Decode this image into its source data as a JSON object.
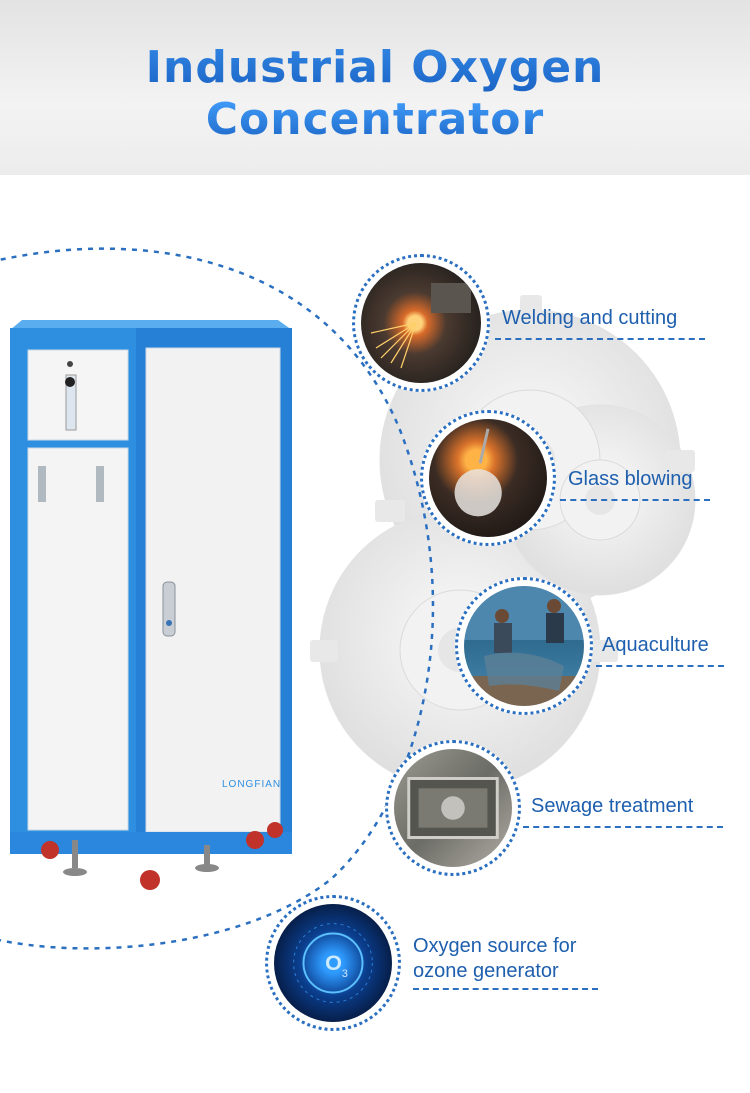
{
  "header": {
    "title_line1": "Industrial  Oxygen",
    "title_line2": "Concentrator"
  },
  "machine": {
    "brand": "LONGFIAN",
    "color_frame": "#2e8fe0",
    "color_panel": "#f4f4f4"
  },
  "applications": [
    {
      "label": "Welding and cutting",
      "icon": "welding-image"
    },
    {
      "label": "Glass blowing",
      "icon": "glass-blowing-image"
    },
    {
      "label": "Aquaculture",
      "icon": "aquaculture-image"
    },
    {
      "label": "Sewage treatment",
      "icon": "sewage-image"
    },
    {
      "label": "Oxygen source for ozone generator",
      "icon": "ozone-icon"
    }
  ],
  "ozone_badge": {
    "main": "O",
    "sub": "3"
  },
  "colors": {
    "title_blue": "#2a7fd8",
    "label_blue": "#1e5fae",
    "dash_blue": "#2a6fc0"
  }
}
